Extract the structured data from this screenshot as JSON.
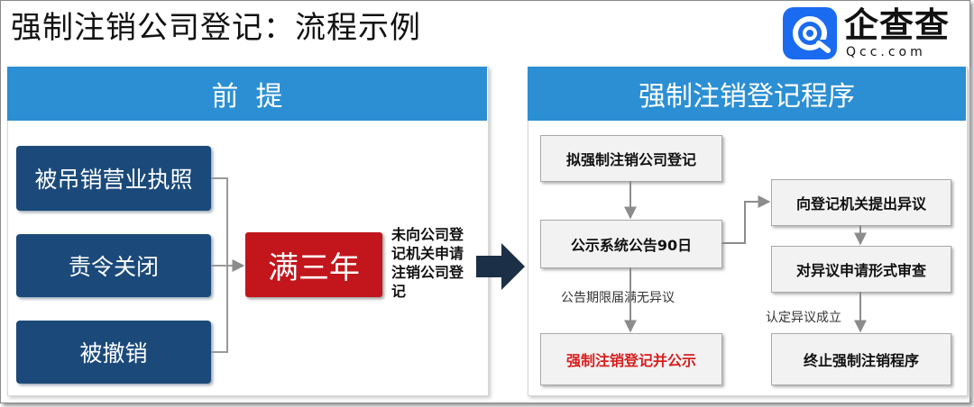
{
  "title": "强制注销公司登记：流程示例",
  "logo": {
    "name": "企查查",
    "sub": "Qcc.com",
    "icon": "qcc-logo-icon",
    "brand_color": "#1a6bf0"
  },
  "left_panel": {
    "header": "前  提",
    "items": [
      "被吊销营业执照",
      "责令关闭",
      "被撤销"
    ],
    "condition": "满三年",
    "note": "未向公司登记机关申请注销公司登记"
  },
  "right_panel": {
    "header": "强制注销登记程序",
    "steps": {
      "draft": "拟强制注销公司登记",
      "announce": "公示系统公告90日",
      "register": "强制注销登记并公示",
      "objection": "向登记机关提出异议",
      "review": "对异议申请形式审查",
      "terminate": "终止强制注销程序"
    },
    "labels": {
      "no_objection": "公告期限届满无异议",
      "objection_valid": "认定异议成立"
    }
  },
  "colors": {
    "header_blue": "#2c8fd3",
    "dark_blue": "#1b4a7a",
    "red": "#c2161c",
    "highlight_red_text": "#d81e1e"
  }
}
